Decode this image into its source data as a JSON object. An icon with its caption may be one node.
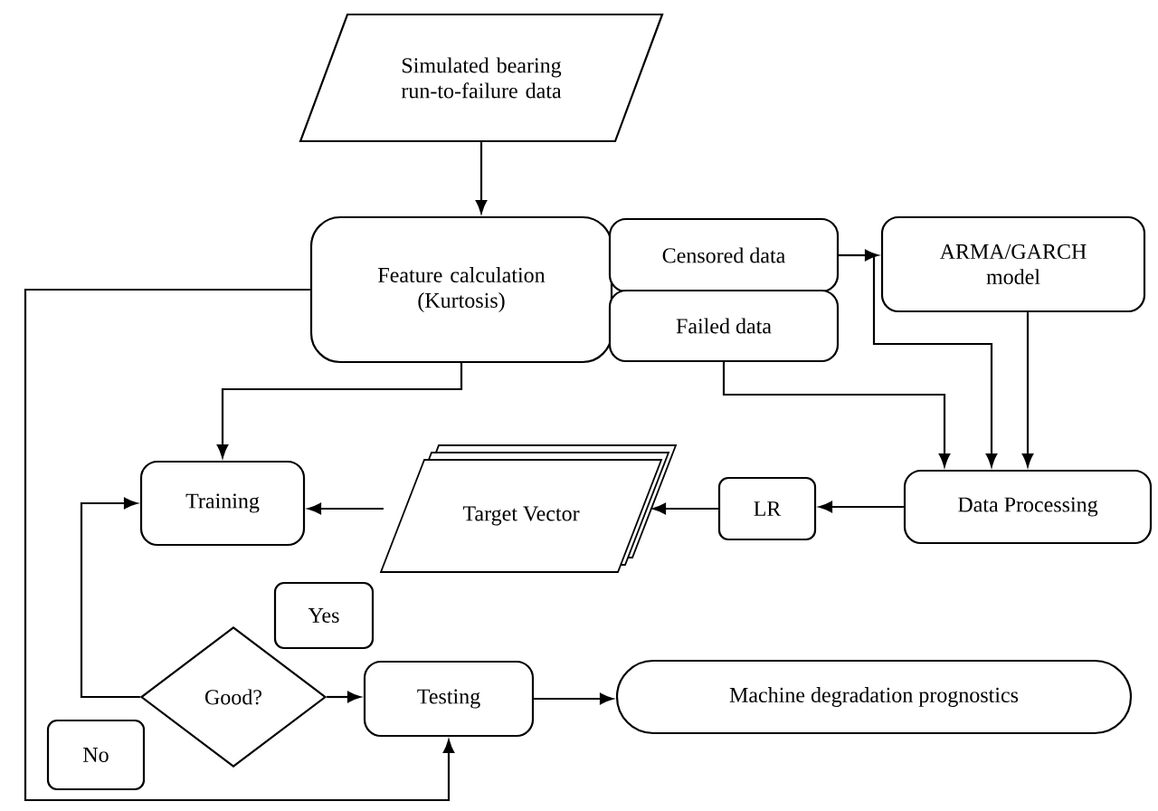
{
  "diagram": {
    "nodes": [
      {
        "text": [
          "Simulated bearing run-to-failure data"
        ]
      },
      {
        "text": [
          "Feature calculation (Kurtosis)"
        ]
      },
      {
        "text": [
          "Censored data"
        ]
      },
      {
        "text": [
          "Failed data"
        ]
      },
      {
        "text": [
          "ARMA/GARCH model"
        ]
      },
      {
        "text": [
          "Training"
        ]
      },
      {
        "text": [
          "Target Vector"
        ]
      },
      {
        "text": [
          "LR"
        ]
      },
      {
        "text": [
          "Data Processing"
        ]
      },
      {
        "text": [
          "Yes"
        ]
      },
      {
        "text": [
          "Good?"
        ]
      },
      {
        "text": [
          "Testing"
        ]
      },
      {
        "text": [
          "Machine degradation prognostics"
        ]
      },
      {
        "text": [
          "No"
        ]
      }
    ],
    "edges": [
      {
        "from": 0,
        "to": 1,
        "arrow": "to"
      },
      {
        "from": 1,
        "to": 5,
        "arrow": "to"
      },
      {
        "from": 1,
        "to": 11,
        "arrow": "to"
      },
      {
        "from": 2,
        "to": 4,
        "arrow": "to"
      },
      {
        "from": 2,
        "to": 8,
        "arrow": "to"
      },
      {
        "from": 3,
        "to": 8,
        "arrow": "to"
      },
      {
        "from": 4,
        "to": 8,
        "arrow": "to"
      },
      {
        "from": 8,
        "to": 7,
        "arrow": "to"
      },
      {
        "from": 7,
        "to": 6,
        "arrow": "to"
      },
      {
        "from": 6,
        "to": 5,
        "arrow": "to"
      },
      {
        "from": 10,
        "to": 5,
        "arrow": "to"
      },
      {
        "from": 10,
        "to": 11,
        "arrow": "to"
      },
      {
        "from": 11,
        "to": 12,
        "arrow": "to"
      }
    ]
  }
}
